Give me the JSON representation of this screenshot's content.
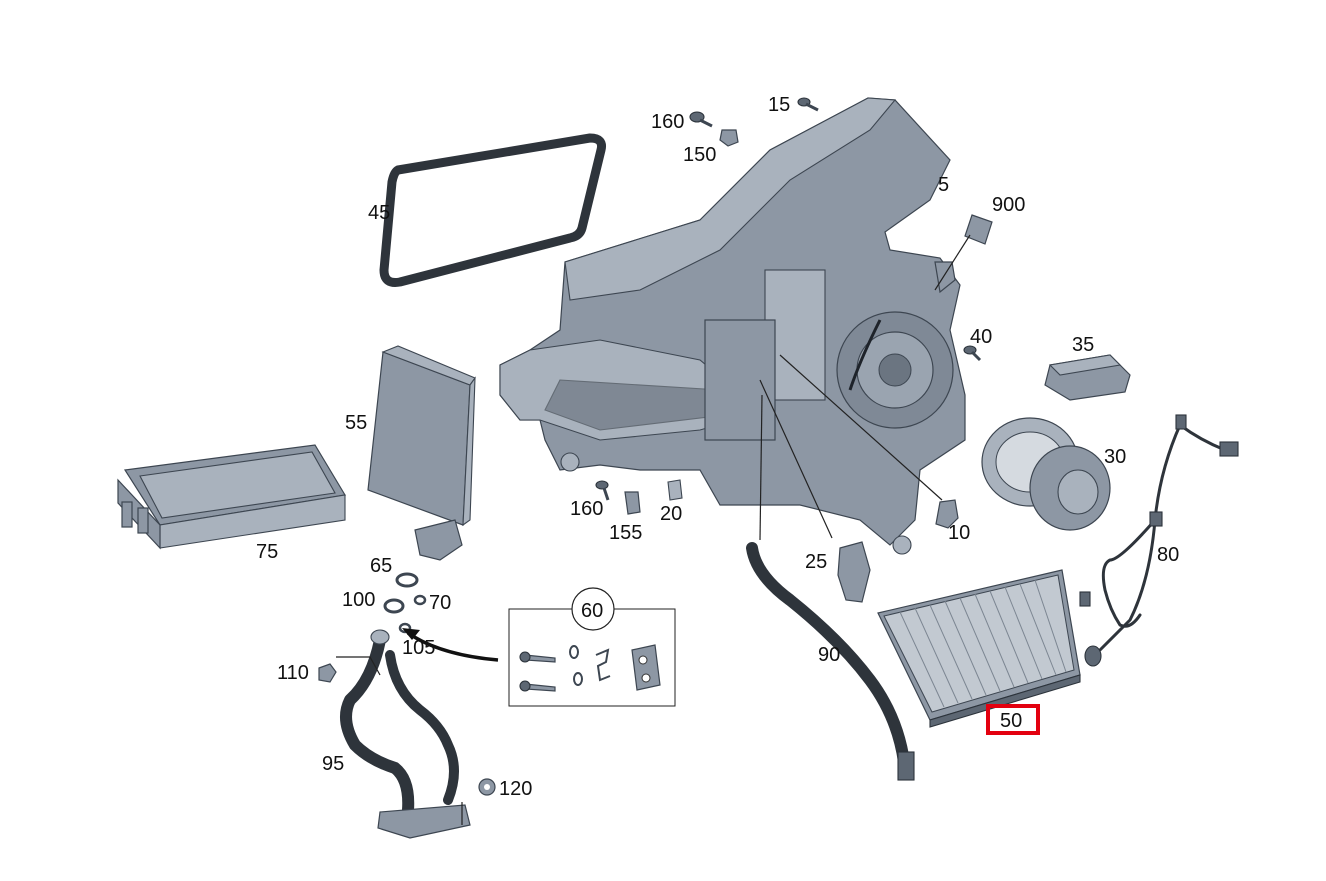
{
  "diagram": {
    "labels": {
      "p5": "5",
      "p10": "10",
      "p15": "15",
      "p20": "20",
      "p25": "25",
      "p30": "30",
      "p35": "35",
      "p40": "40",
      "p45": "45",
      "p50": "50",
      "p55": "55",
      "p60": "60",
      "p65": "65",
      "p70": "70",
      "p75": "75",
      "p80": "80",
      "p90": "90",
      "p95": "95",
      "p100": "100",
      "p105": "105",
      "p110": "110",
      "p120": "120",
      "p150": "150",
      "p155": "155",
      "p160a": "160",
      "p160b": "160",
      "p900": "900"
    },
    "highlighted_part": "50",
    "colors": {
      "highlight": "#e3000f",
      "part_fill": "#8d97a4",
      "outline": "#3d4651"
    }
  }
}
